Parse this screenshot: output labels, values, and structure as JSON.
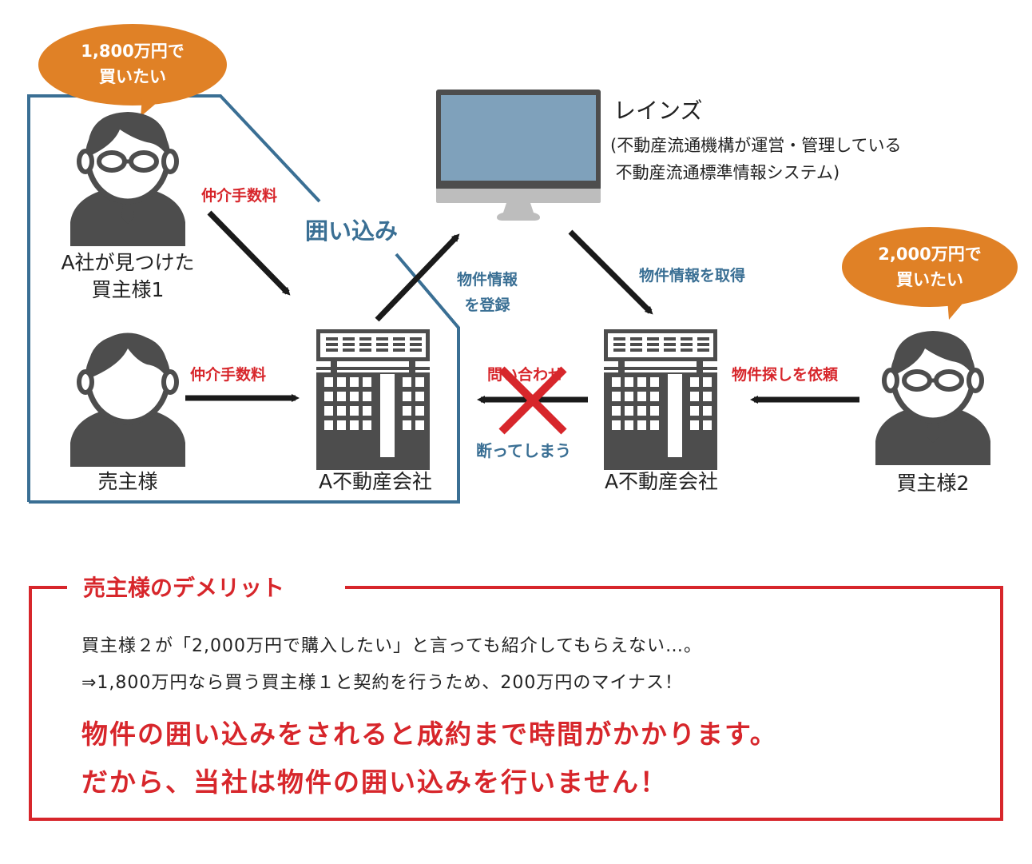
{
  "colors": {
    "enclosure_blue": "#3a6f94",
    "bubble_orange": "#e08126",
    "accent_red": "#d7262b",
    "icon_gray": "#4d4d4d",
    "monitor_screen": "#7fa1bb",
    "monitor_stand": "#bdbdbd",
    "arrow_black": "#1a1a1a"
  },
  "diagram": {
    "enclosure_label": "囲い込み",
    "buyer1": {
      "bubble_line1": "1,800万円で",
      "bubble_line2": "買いたい",
      "name_line1": "A社が見つけた",
      "name_line2": "買主様1",
      "icon": "businessman-glasses-icon"
    },
    "seller": {
      "name": "売主様",
      "icon": "person-icon"
    },
    "agency_left": {
      "name": "A不動産会社",
      "icon": "office-building-icon"
    },
    "agency_right": {
      "name": "A不動産会社",
      "icon": "office-building-icon"
    },
    "buyer2": {
      "bubble_line1": "2,000万円で",
      "bubble_line2": "買いたい",
      "name": "買主様2",
      "icon": "businessman-glasses-icon"
    },
    "reins": {
      "title": "レインズ",
      "desc_line1": "(不動産流通機構が運営・管理している",
      "desc_line2": " 不動産流通標準情報システム)",
      "icon": "monitor-icon"
    },
    "arrows": {
      "buyer1_to_agency": "仲介手数料",
      "seller_to_agency": "仲介手数料",
      "register_line1": "物件情報",
      "register_line2": "を登録",
      "fetch": "物件情報を取得",
      "inquiry": "問い合わせ",
      "refuse": "断ってしまう",
      "request": "物件探しを依頼"
    }
  },
  "panel": {
    "title": "売主様のデメリット",
    "line1": "買主様２が「2,000万円で購入したい」と言っても紹介してもらえない…。",
    "line2": "⇒1,800万円なら買う買主様１と契約を行うため、200万円のマイナス！",
    "emphasis1": "物件の囲い込みをされると成約まで時間がかかります。",
    "emphasis2": "だから、当社は物件の囲い込みを行いません！"
  }
}
